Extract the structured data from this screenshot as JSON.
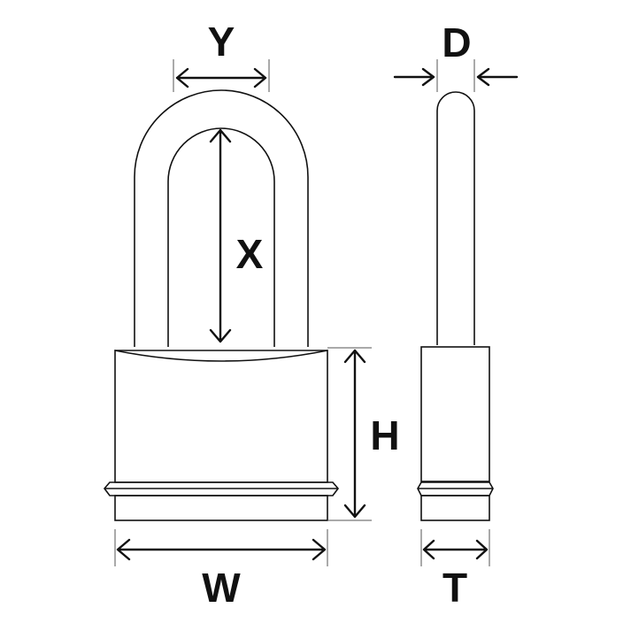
{
  "labels": {
    "shackle_inner_width": "Y",
    "shackle_diameter": "D",
    "shackle_clearance": "X",
    "body_height": "H",
    "body_width": "W",
    "body_thickness": "T"
  },
  "colors": {
    "line": "#111111",
    "background": "#ffffff"
  }
}
